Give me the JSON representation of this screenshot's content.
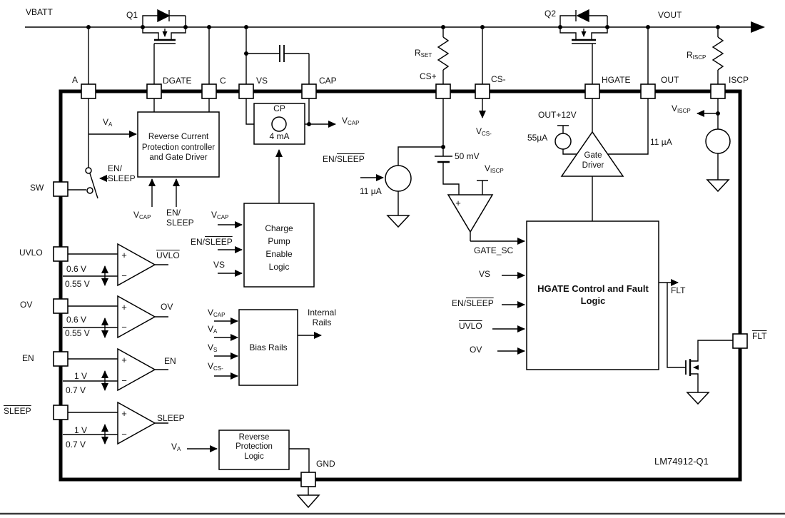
{
  "title": "LM74912-Q1",
  "rail": {
    "vbatt": "VBATT",
    "vout": "VOUT",
    "q1": "Q1",
    "q2": "Q2"
  },
  "pins": {
    "a": "A",
    "dgate": "DGATE",
    "c": "C",
    "vs": "VS",
    "cap": "CAP",
    "cs_plus": "CS+",
    "cs_minus": "CS-",
    "hgate": "HGATE",
    "out": "OUT",
    "iscp": "ISCP",
    "sw": "SW",
    "uvlo": "UVLO",
    "ov": "OV",
    "en": "EN",
    "sleep": "SLEEP",
    "gnd": "GND",
    "flt": "FLT"
  },
  "sym": {
    "v": "V",
    "r": "R",
    "a": "A",
    "s": "S",
    "cap": "CAP",
    "set": "SET",
    "iscp": "ISCP",
    "cs_minus": "CS-",
    "plus": "+",
    "minus": "−"
  },
  "sig": {
    "en_slash": "EN/",
    "sleep": "SLEEP",
    "vs": "VS",
    "gate_sc": "GATE_SC",
    "flt": "FLT",
    "uvlo": "UVLO",
    "ov": "OV",
    "en": "EN",
    "sleep_out": "SLEEP",
    "internal1": "Internal",
    "internal2": "Rails",
    "mv50": "50 mV",
    "ua11": "11 µA",
    "ua55": "55µA",
    "out12": "OUT+12V",
    "ma4": "4 mA",
    "cp": "CP"
  },
  "thr": {
    "v06": "0.6 V",
    "v055": "0.55 V",
    "v1": "1 V",
    "v07": "0.7 V"
  },
  "blocks": {
    "rcp": {
      "l1": "Reverse Current",
      "l2": "Protection controller",
      "l3": "and Gate Driver"
    },
    "cpel": {
      "l1": "Charge",
      "l2": "Pump",
      "l3": "Enable",
      "l4": "Logic"
    },
    "bias": {
      "title": "Bias Rails"
    },
    "rpl": {
      "l1": "Reverse",
      "l2": "Protection",
      "l3": "Logic"
    },
    "hgate": {
      "l1": "HGATE Control and Fault",
      "l2": "Logic"
    },
    "driver": {
      "l1": "Gate",
      "l2": "Driver"
    }
  }
}
